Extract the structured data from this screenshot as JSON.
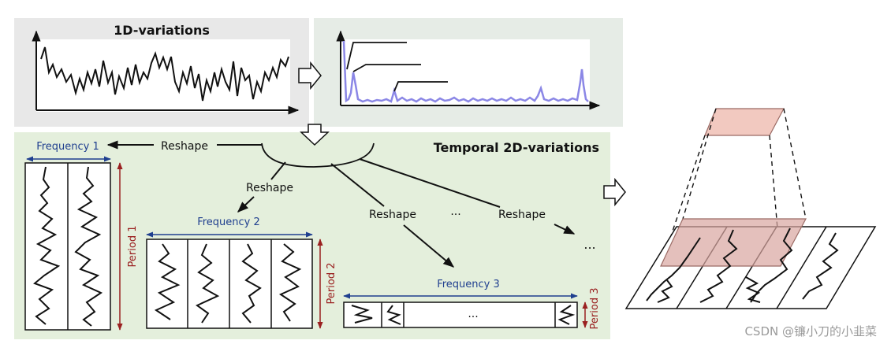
{
  "title_1d": "1D-variations",
  "title_2d": "Temporal 2D-variations",
  "reshape": "Reshape",
  "ellipsis": "···",
  "ellipsis_dots": "...",
  "frequency_1": "Frequency 1",
  "frequency_2": "Frequency 2",
  "frequency_3": "Frequency 3",
  "period_1": "Period 1",
  "period_2": "Period 2",
  "period_3": "Period 3",
  "watermark": "CSDN @镰小刀的小韭菜",
  "colors": {
    "panel_gray": "#e8e8e8",
    "panel_green": "#e4efdc",
    "frequency_blue": "#1f3f8f",
    "period_red": "#9a2020",
    "spectrum_purple": "#8b87e6",
    "pink_fill": "#f2c9c0",
    "rose_fill": "#d9a5a0"
  }
}
